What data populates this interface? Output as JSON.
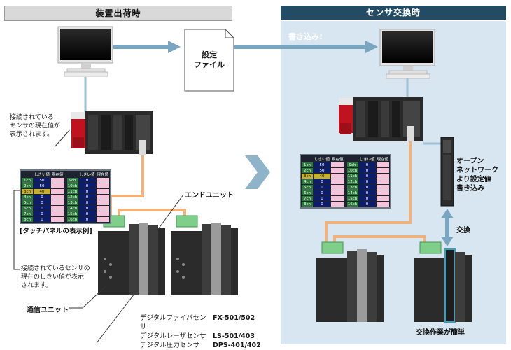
{
  "headers": {
    "left": "装置出荷時",
    "right": "センサ交換時"
  },
  "settings_file": {
    "line1": "設定",
    "line2": "ファイル"
  },
  "write_label": "書き込み!",
  "notes": {
    "current_value": [
      "接続されている",
      "センサの現在値が",
      "表示されます。"
    ],
    "threshold": [
      "接続されているセンサの",
      "現在のしきい値が表示",
      "されます。"
    ]
  },
  "touch_panel_caption": "[タッチパネルの表示例]",
  "end_unit_label": "エンドユニット",
  "comm_unit_label": "通信ユニット",
  "open_network": [
    "オープン",
    "ネットワーク",
    "より設定値",
    "書き込み"
  ],
  "exchange_label": "交換",
  "easy_exchange_label": "交換作業が簡単",
  "sensor_list": [
    {
      "name": "デジタルファイバセンサ",
      "model": "FX-501/502"
    },
    {
      "name": "デジタルレーザセンサ",
      "model": "LS-501/403"
    },
    {
      "name": "デジタル圧力センサ",
      "model": "DPS-401/402"
    }
  ],
  "touch_panel": {
    "headers": [
      "しきい値",
      "現在値",
      "しきい値",
      "現在値"
    ],
    "left_rows": [
      {
        "ch": "1ch",
        "th": "50",
        "hl": false
      },
      {
        "ch": "2ch",
        "th": "50",
        "hl": false
      },
      {
        "ch": "3ch",
        "th": "40",
        "hl": true
      },
      {
        "ch": "4ch",
        "th": "0",
        "hl": false
      },
      {
        "ch": "5ch",
        "th": "0",
        "hl": false
      },
      {
        "ch": "6ch",
        "th": "0",
        "hl": false
      },
      {
        "ch": "7ch",
        "th": "0",
        "hl": false
      },
      {
        "ch": "8ch",
        "th": "0",
        "hl": false
      }
    ],
    "right_rows": [
      {
        "ch": "9ch",
        "th": "0"
      },
      {
        "ch": "10ch",
        "th": "0"
      },
      {
        "ch": "11ch",
        "th": "0"
      },
      {
        "ch": "12ch",
        "th": "0"
      },
      {
        "ch": "13ch",
        "th": "0"
      },
      {
        "ch": "14ch",
        "th": "0"
      },
      {
        "ch": "15ch",
        "th": "0"
      },
      {
        "ch": "16ch",
        "th": "0"
      }
    ]
  },
  "colors": {
    "arrow": "#7aa6bf",
    "big_arrow": "#8fb3c8",
    "cable": "#f0b27a",
    "header_dark": "#234b63",
    "panel_bg": "#d8e6f1",
    "plc_red": "#c1121f"
  }
}
